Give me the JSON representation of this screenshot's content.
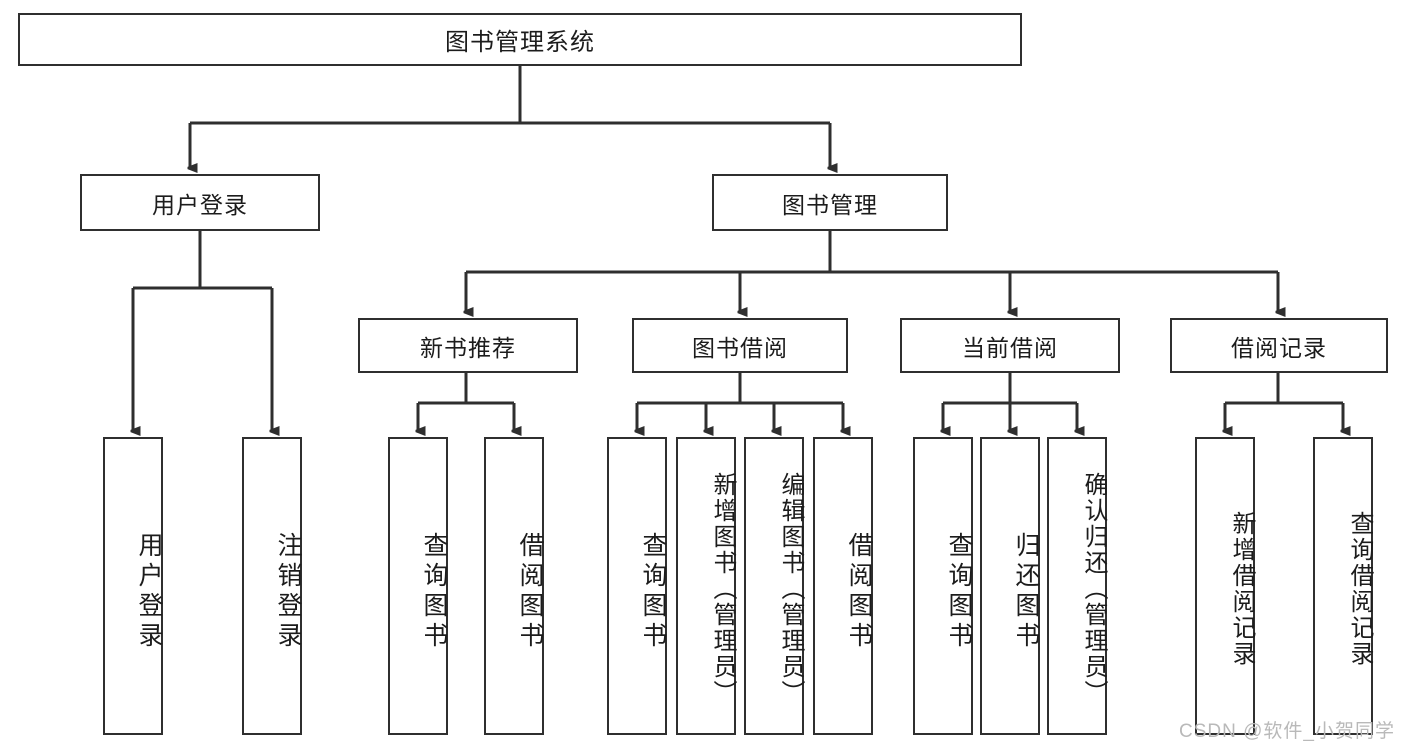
{
  "diagram": {
    "type": "tree-hierarchy-chart",
    "title": "图书管理系统",
    "watermark": "CSDN @软件_小贺同学",
    "colors": {
      "box_border": "#2f2f2f",
      "box_fill": "#ffffff",
      "connector": "#2f2f2f",
      "text": "#1c1c1c",
      "watermark": "#b9b9b9",
      "background": "#ffffff"
    },
    "root": {
      "label": "图书管理系统"
    },
    "level2": [
      {
        "label": "用户登录"
      },
      {
        "label": "图书管理"
      }
    ],
    "level3": [
      {
        "label": "新书推荐"
      },
      {
        "label": "图书借阅"
      },
      {
        "label": "当前借阅"
      },
      {
        "label": "借阅记录"
      }
    ],
    "leaves": {
      "user_login": [
        {
          "label": "用户登录"
        },
        {
          "label": "注销登录"
        }
      ],
      "new_book_recommend": [
        {
          "label": "查询图书"
        },
        {
          "label": "借阅图书"
        }
      ],
      "book_borrow": [
        {
          "label": "查询图书"
        },
        {
          "label": "新增图书（管理员）"
        },
        {
          "label": "编辑图书（管理员）"
        },
        {
          "label": "借阅图书"
        }
      ],
      "current_borrow": [
        {
          "label": "查询图书"
        },
        {
          "label": "归还图书"
        },
        {
          "label": "确认归还（管理员）"
        }
      ],
      "borrow_records": [
        {
          "label": "新增借阅记录"
        },
        {
          "label": "查询借阅记录"
        }
      ]
    }
  }
}
